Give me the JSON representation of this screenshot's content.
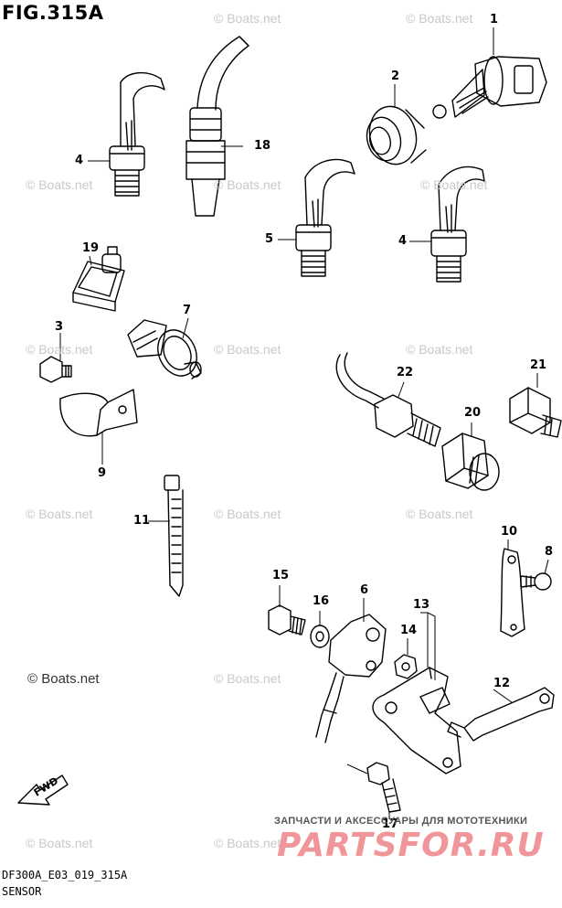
{
  "figure": {
    "title": "FIG.315A"
  },
  "watermark": {
    "text": "© Boats.net"
  },
  "callouts": [
    "1",
    "2",
    "3",
    "4",
    "4",
    "5",
    "6",
    "7",
    "8",
    "9",
    "10",
    "11",
    "12",
    "13",
    "14",
    "15",
    "16",
    "17",
    "18",
    "19",
    "20",
    "21",
    "22"
  ],
  "direction_label": "FWD",
  "footer": {
    "code": "DF300A_E03_019_315A",
    "caption": "SENSOR"
  },
  "promo": {
    "tagline": "ЗАПЧАСТИ И АКСЕССУАРЫ ДЛЯ МОТОТЕХНИКИ",
    "logo": "PARTSFOR.RU"
  }
}
